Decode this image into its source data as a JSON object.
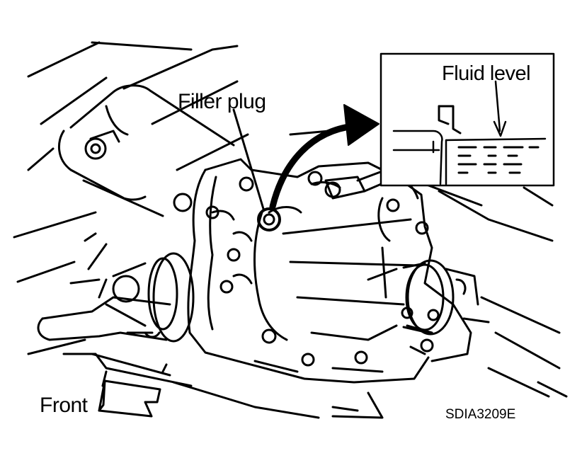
{
  "labels": {
    "filler_plug": "Filler plug",
    "fluid_level": "Fluid level",
    "front": "Front",
    "figure_code": "SDIA3209E"
  }
}
